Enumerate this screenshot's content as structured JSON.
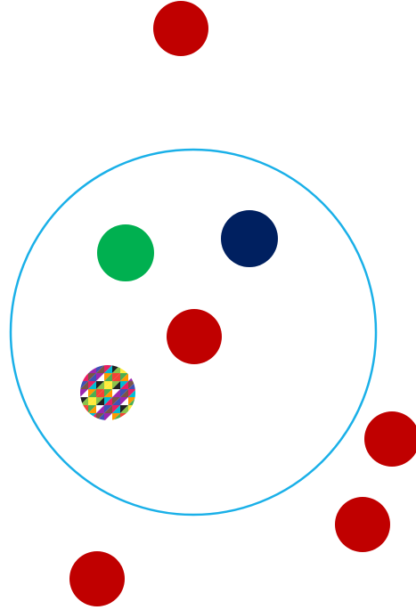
{
  "scene": {
    "background_color": "#ffffff",
    "ring_color": "#1ab0e8",
    "dots": [
      {
        "id": "red-dot-1",
        "color": "#c00000",
        "pattern": "solid"
      },
      {
        "id": "green-dot",
        "color": "#00b050",
        "pattern": "solid"
      },
      {
        "id": "navy-dot",
        "color": "#002060",
        "pattern": "solid"
      },
      {
        "id": "red-dot-center",
        "color": "#c00000",
        "pattern": "solid"
      },
      {
        "id": "multicolor-dot",
        "color": "#ffffff",
        "pattern": "mosaic"
      },
      {
        "id": "red-dot-2",
        "color": "#c00000",
        "pattern": "solid"
      },
      {
        "id": "red-dot-3",
        "color": "#c00000",
        "pattern": "solid"
      },
      {
        "id": "red-dot-4",
        "color": "#c00000",
        "pattern": "solid"
      }
    ],
    "mosaic_colors": [
      "#e91e63",
      "#ff9800",
      "#ffeb3b",
      "#4caf50",
      "#00bcd4",
      "#3f51b5",
      "#9c27b0",
      "#212121",
      "#f44336",
      "#8bc34a",
      "#ffffff",
      "#795548"
    ]
  }
}
